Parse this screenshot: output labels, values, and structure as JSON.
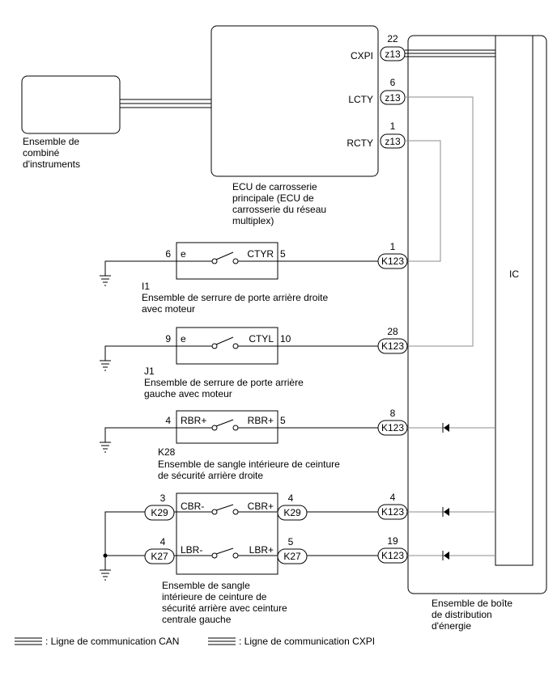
{
  "cluster": {
    "label_lines": [
      "Ensemble de",
      "combiné",
      "d'instruments"
    ]
  },
  "ecu": {
    "label_lines": [
      "ECU de carrosserie",
      "principale (ECU de",
      "carrosserie du réseau",
      "multiplex)"
    ],
    "pins": [
      {
        "signal": "CXPI",
        "pin": "22",
        "connector": "z13"
      },
      {
        "signal": "LCTY",
        "pin": "6",
        "connector": "z13"
      },
      {
        "signal": "RCTY",
        "pin": "1",
        "connector": "z13"
      }
    ]
  },
  "switches": [
    {
      "id": "I1",
      "name_lines": [
        "Ensemble de serrure de porte arrière droite",
        "avec moteur"
      ],
      "left_pin": "6",
      "left_term": "e",
      "right_term": "CTYR",
      "right_pin": "5",
      "jb_pin": "1",
      "jb_connector": "K123"
    },
    {
      "id": "J1",
      "name_lines": [
        "Ensemble de serrure de porte arrière",
        "gauche avec moteur"
      ],
      "left_pin": "9",
      "left_term": "e",
      "right_term": "CTYL",
      "right_pin": "10",
      "jb_pin": "28",
      "jb_connector": "K123"
    },
    {
      "id": "K28",
      "name_lines": [
        "Ensemble de sangle intérieure de ceinture",
        "de sécurité arrière droite"
      ],
      "left_pin": "4",
      "left_term": "RBR+",
      "right_term": "RBR+",
      "right_pin": "5",
      "jb_pin": "8",
      "jb_connector": "K123"
    }
  ],
  "center_belt": {
    "name_lines": [
      "Ensemble de sangle",
      "intérieure de ceinture de",
      "sécurité arrière avec ceinture",
      "centrale gauche"
    ],
    "rows": [
      {
        "left_pin": "3",
        "left_conn": "K29",
        "left_term": "CBR-",
        "right_term": "CBR+",
        "right_pin": "4",
        "right_conn": "K29",
        "jb_pin": "4",
        "jb_connector": "K123"
      },
      {
        "left_pin": "4",
        "left_conn": "K27",
        "left_term": "LBR-",
        "right_term": "LBR+",
        "right_pin": "5",
        "right_conn": "K27",
        "jb_pin": "19",
        "jb_connector": "K123"
      }
    ]
  },
  "junction_box": {
    "ic_label": "IC",
    "label_lines": [
      "Ensemble de boîte",
      "de distribution",
      "d'énergie"
    ]
  },
  "legend": {
    "can": ": Ligne de communication CAN",
    "cxpi": ": Ligne de communication CXPI"
  }
}
